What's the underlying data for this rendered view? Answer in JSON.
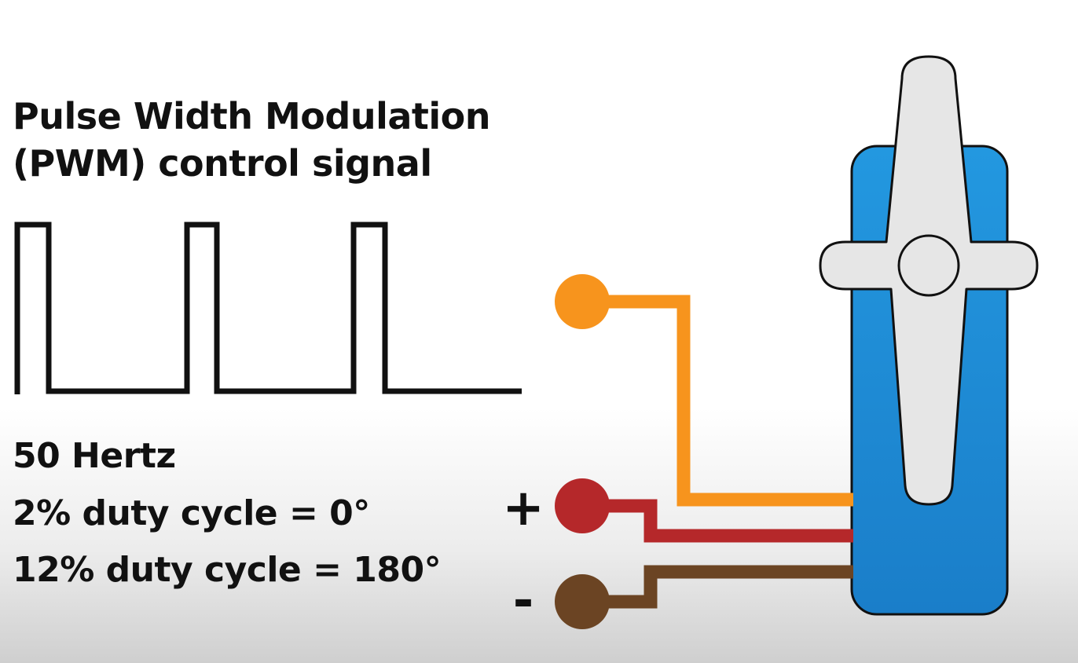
{
  "title": {
    "line1": "Pulse Width Modulation",
    "line2": "(PWM) control signal"
  },
  "info": {
    "frequency": "50 Hertz",
    "min_duty": "2% duty cycle = 0°",
    "max_duty": "12% duty cycle = 180°"
  },
  "wire_labels": {
    "positive": "+",
    "negative": "-"
  },
  "colors": {
    "text": "#111111",
    "signal_wire": "#f7941d",
    "power_wire": "#b5282a",
    "ground_wire": "#6b4423",
    "servo_body": "#1e8fd8",
    "servo_horn": "#e6e6e6"
  },
  "icons": [
    "pwm-waveform",
    "signal-wire",
    "power-wire",
    "ground-wire",
    "servo-motor-icon"
  ]
}
